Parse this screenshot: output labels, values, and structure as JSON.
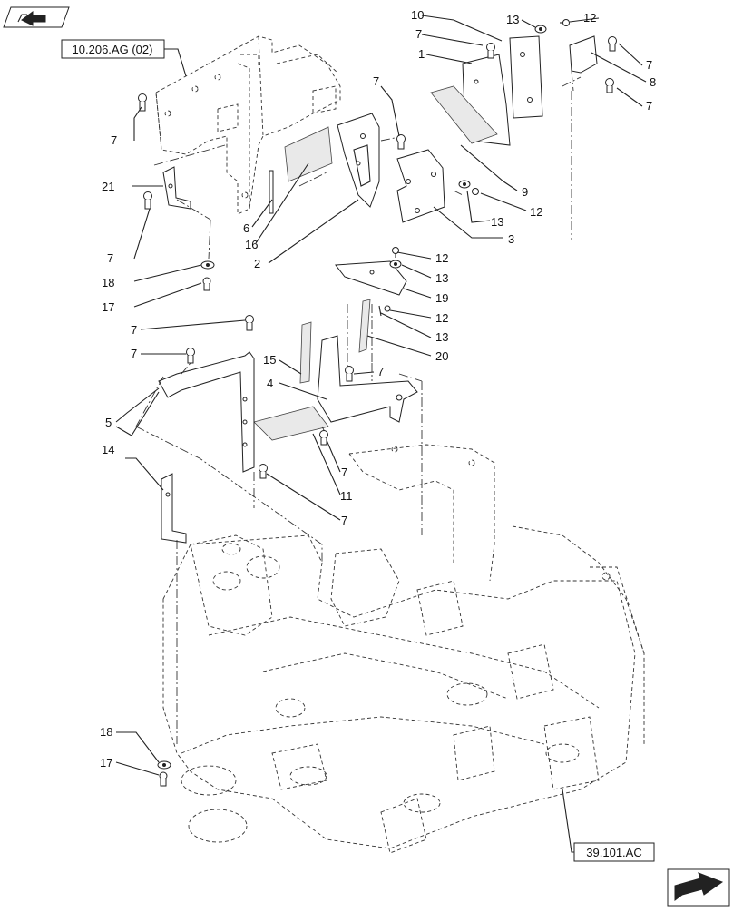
{
  "refs": {
    "top_ref": "10.206.AG (02)",
    "bottom_ref": "39.101.AC"
  },
  "callouts": {
    "c1": "1",
    "c2": "2",
    "c3": "3",
    "c4": "4",
    "c5": "5",
    "c6": "6",
    "c7": "7",
    "c8": "8",
    "c9": "9",
    "c10": "10",
    "c11": "11",
    "c12": "12",
    "c13": "13",
    "c14": "14",
    "c15": "15",
    "c16": "16",
    "c17": "17",
    "c18": "18",
    "c19": "19",
    "c20": "20",
    "c21": "21"
  },
  "icons": {
    "top_left": "folder-arrow-icon",
    "bottom_right": "next-page-arrow-icon"
  }
}
